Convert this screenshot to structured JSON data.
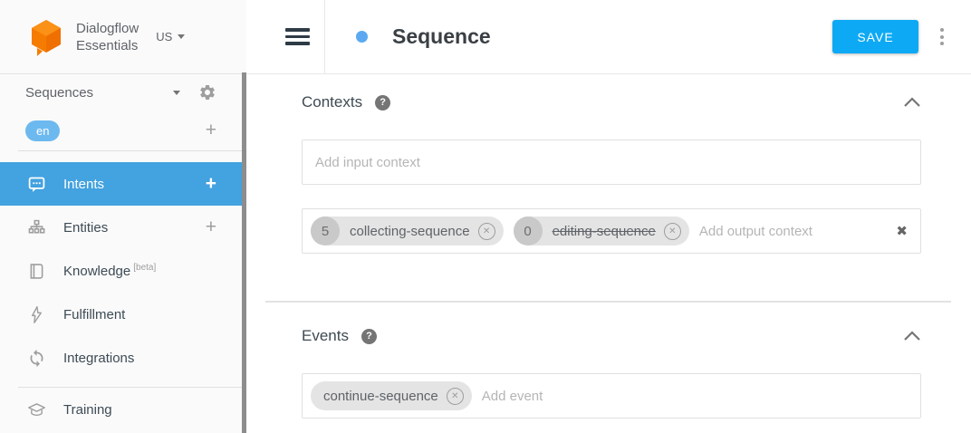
{
  "app": {
    "brand": {
      "line1": "Dialogflow",
      "line2": "Essentials",
      "region": "US"
    }
  },
  "colors": {
    "brand_orange": "#F57C00",
    "accent_blue": "#0DA9F5",
    "active_item_blue": "#43A2E0",
    "language_badge_blue": "#6CB9F0",
    "status_dot_blue": "#5CA9F1"
  },
  "icons": {
    "plus": "+",
    "question_mark": "?",
    "chip_remove_x": "✕",
    "clear_x": "✖"
  },
  "sidebar": {
    "agent_name": "Sequences",
    "language": "en",
    "items": [
      {
        "label": "Intents",
        "icon": "chat-icon",
        "active": true,
        "has_add": true
      },
      {
        "label": "Entities",
        "icon": "entities-tree-icon",
        "active": false,
        "has_add": true
      },
      {
        "label": "Knowledge",
        "suffix": "[beta]",
        "icon": "book-icon",
        "active": false
      },
      {
        "label": "Fulfillment",
        "icon": "bolt-icon",
        "active": false
      },
      {
        "label": "Integrations",
        "icon": "sync-icon",
        "active": false
      },
      {
        "label": "Training",
        "icon": "graduation-cap-icon",
        "active": false
      }
    ]
  },
  "header": {
    "title": "Sequence",
    "save_label": "SAVE"
  },
  "contexts": {
    "heading": "Contexts",
    "input_placeholder": "Add input context",
    "output_placeholder": "Add output context",
    "output_chips": [
      {
        "lifespan": "5",
        "name": "collecting-sequence",
        "strikethrough": false
      },
      {
        "lifespan": "0",
        "name": "editing-sequence",
        "strikethrough": true
      }
    ]
  },
  "events": {
    "heading": "Events",
    "placeholder": "Add event",
    "chips": [
      {
        "name": "continue-sequence"
      }
    ]
  }
}
